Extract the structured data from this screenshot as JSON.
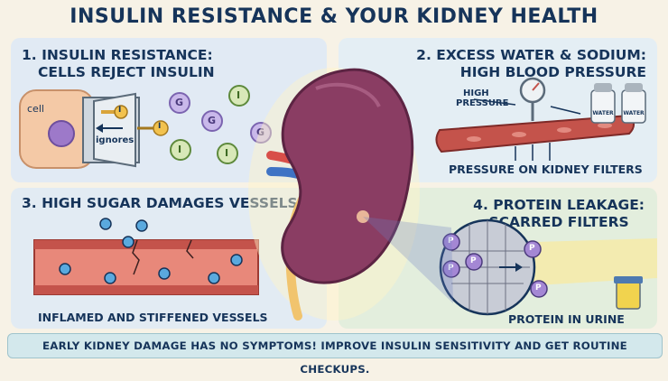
{
  "title": "INSULIN RESISTANCE & YOUR KIDNEY HEALTH",
  "panel1": {
    "title_line1": "1. INSULIN RESISTANCE:",
    "title_line2": "CELLS REJECT INSULIN",
    "cell_label": "cell",
    "door_label": "ignores",
    "key_letter": "I",
    "glucose_letter": "G",
    "insulin_letter": "I"
  },
  "panel2": {
    "title_line1": "2. EXCESS WATER & SODIUM:",
    "title_line2": "HIGH BLOOD PRESSURE",
    "pressure_line1": "HIGH",
    "pressure_line2": "PRESSURE",
    "shaker_label": "WATER",
    "caption": "PRESSURE ON KIDNEY FILTERS"
  },
  "panel3": {
    "title": "3. HIGH SUGAR DAMAGES VESSELS",
    "caption": "INFLAMED AND STIFFENED VESSELS"
  },
  "panel4": {
    "title_line1": "4. PROTEIN LEAKAGE:",
    "title_line2": "SCARRED FILTERS",
    "protein_letter": "P",
    "caption": "PROTEIN IN URINE"
  },
  "banner": "EARLY KIDNEY DAMAGE HAS NO SYMPTOMS! IMPROVE INSULIN SENSITIVITY AND GET ROUTINE CHECKUPS.",
  "colors": {
    "navy": "#16345a",
    "kidney": "#8a3d63",
    "vessel": "#c4534b",
    "insulin": "#d8e8b8",
    "glucose": "#c9b8ea"
  }
}
